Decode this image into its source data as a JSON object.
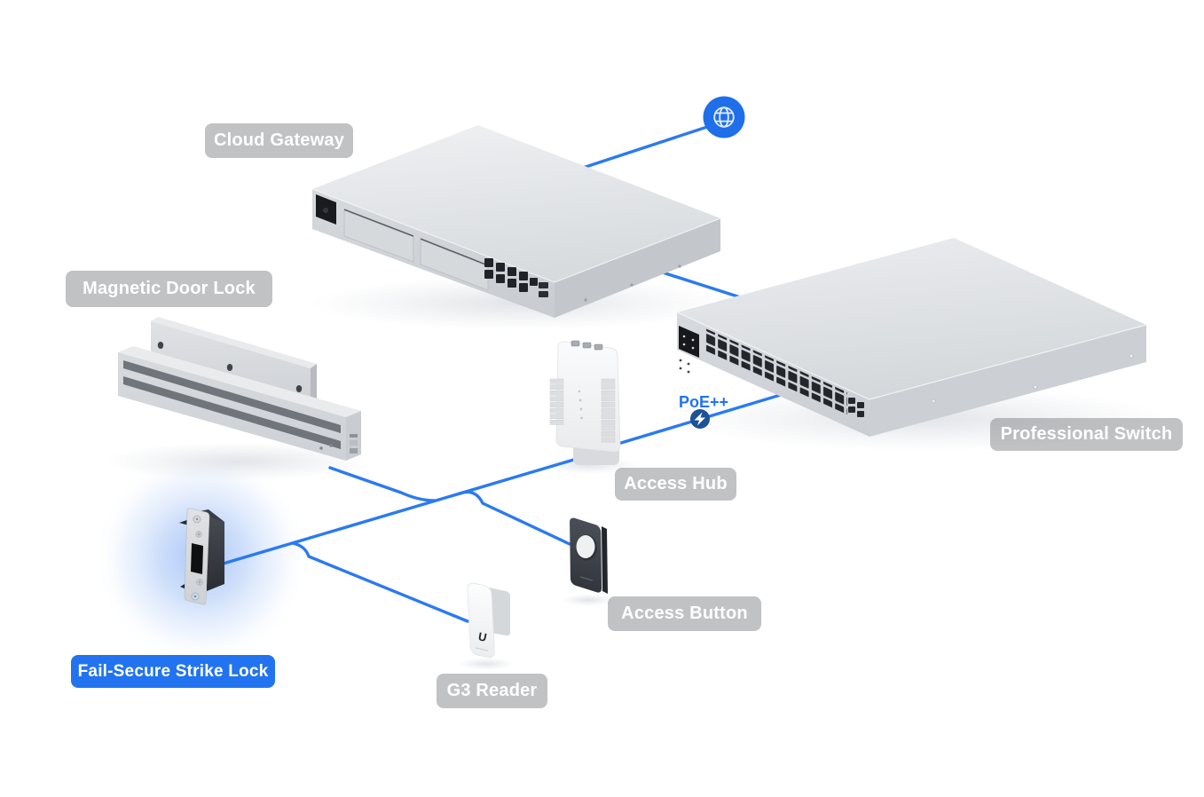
{
  "devices": [
    {
      "id": "cloud-gateway",
      "label": "Cloud Gateway",
      "badge": "gray"
    },
    {
      "id": "magnetic-door-lock",
      "label": "Magnetic Door Lock",
      "badge": "gray"
    },
    {
      "id": "professional-switch",
      "label": "Professional Switch",
      "badge": "gray"
    },
    {
      "id": "access-hub",
      "label": "Access Hub",
      "badge": "gray"
    },
    {
      "id": "access-button",
      "label": "Access Button",
      "badge": "gray"
    },
    {
      "id": "g3-reader",
      "label": "G3 Reader",
      "badge": "gray",
      "logo": "U"
    },
    {
      "id": "fail-secure-strike-lock",
      "label": "Fail-Secure Strike Lock",
      "badge": "blue",
      "highlighted": true
    }
  ],
  "connections": {
    "poe_label": "PoE++",
    "links": [
      {
        "from": "cloud-gateway",
        "to": "internet-globe"
      },
      {
        "from": "cloud-gateway",
        "to": "professional-switch"
      },
      {
        "from": "professional-switch",
        "to": "access-hub",
        "label": "PoE++"
      },
      {
        "from": "access-hub",
        "to": "magnetic-door-lock"
      },
      {
        "from": "access-hub",
        "to": "fail-secure-strike-lock"
      },
      {
        "from": "access-hub",
        "to": "g3-reader"
      },
      {
        "from": "access-hub",
        "to": "access-button"
      }
    ]
  },
  "icons": {
    "internet": "globe-icon",
    "poe": "lightning-icon"
  },
  "colors": {
    "accent_blue": "#2273ef",
    "line_blue": "#2b7af0",
    "badge_gray": "rgba(100,103,108,0.4)",
    "badge_text": "#ffffff",
    "poe_navy": "#1d5295",
    "globe_blue": "#1e6fe9",
    "glow_blue": "#86aff3"
  }
}
